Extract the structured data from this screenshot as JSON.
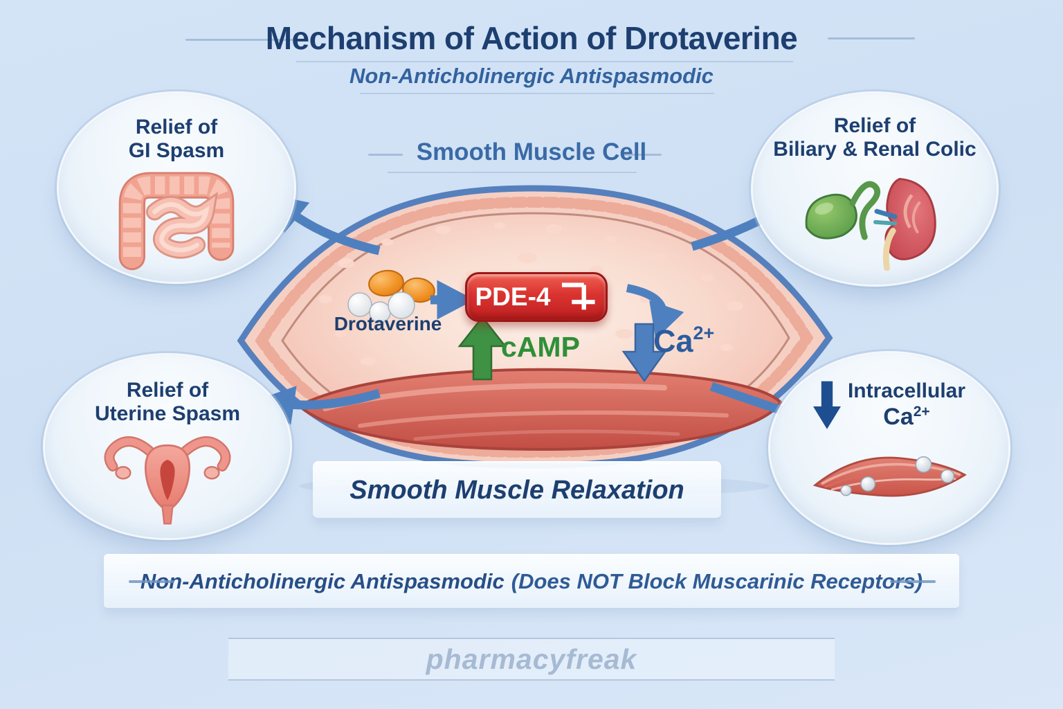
{
  "title": "Mechanism of Action of Drotaverine",
  "subtitle": "Non-Anticholinergic Antispasmodic",
  "cell": {
    "label": "Smooth Muscle Cell",
    "drug_label": "Drotaverine",
    "enzyme_label": "PDE-4",
    "camp_label": "cAMP",
    "calcium_base": "Ca",
    "calcium_sup": "2+"
  },
  "bubbles": {
    "gi": {
      "line1": "Relief of",
      "line2": "GI Spasm",
      "icon": "intestine-illustration"
    },
    "biliary_renal": {
      "line1": "Relief of",
      "line2": "Biliary & Renal Colic",
      "icon": "gallbladder-and-kidney-illustration"
    },
    "uterine": {
      "line1": "Relief of",
      "line2": "Uterine Spasm",
      "icon": "uterus-illustration"
    },
    "intracellular_ca": {
      "line1": "Intracellular",
      "ca_base": "Ca",
      "ca_sup": "2+",
      "icon": "relaxed-muscle-fiber-with-calcium-ions-illustration"
    }
  },
  "banners": {
    "relaxation": "Smooth Muscle Relaxation",
    "bottom_main": "Non-Anticholinergic Antispasmodic",
    "bottom_paren": "(Does NOT Block Muscarinic Receptors)"
  },
  "watermark": "pharmacyfreak",
  "colors": {
    "background": "#cfe0f4",
    "title_navy": "#1d3f70",
    "subtitle_blue": "#33639f",
    "arrow_blue": "#4e80bf",
    "enzyme_red": "#d93330",
    "camp_green": "#2f8f38",
    "calcium_blue": "#2c5c9e",
    "cell_membrane_blue": "#5580bd",
    "cell_cytoplasm_pink": "#f6cfc3",
    "nucleus_red": "#c24e45",
    "watermark_gray_blue": "#a7bad3"
  }
}
